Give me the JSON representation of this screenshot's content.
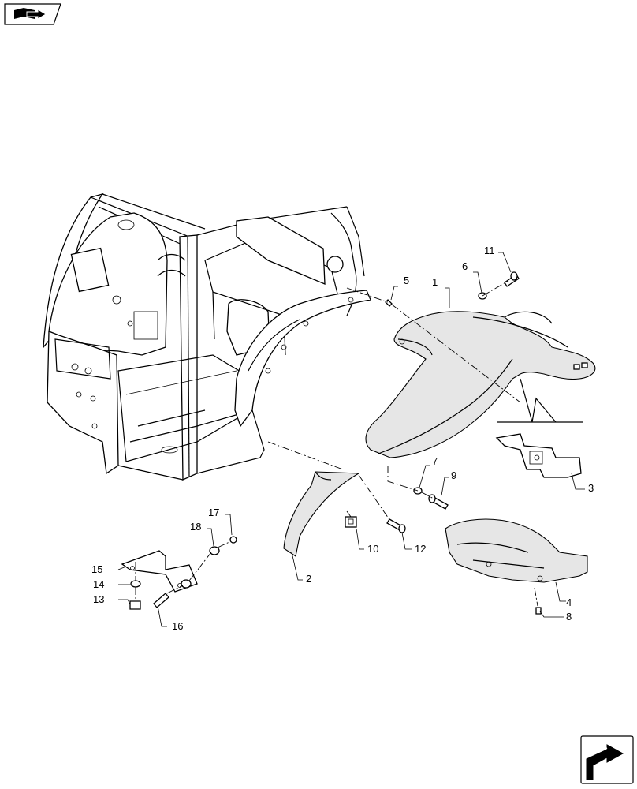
{
  "diagram": {
    "callouts": [
      "1",
      "2",
      "3",
      "4",
      "5",
      "6",
      "7",
      "8",
      "9",
      "10",
      "11",
      "12",
      "13",
      "14",
      "15",
      "16",
      "17",
      "18"
    ]
  },
  "icons": {
    "top_nav": "book-arrow-icon",
    "bottom_nav": "next-page-arrow-icon"
  }
}
